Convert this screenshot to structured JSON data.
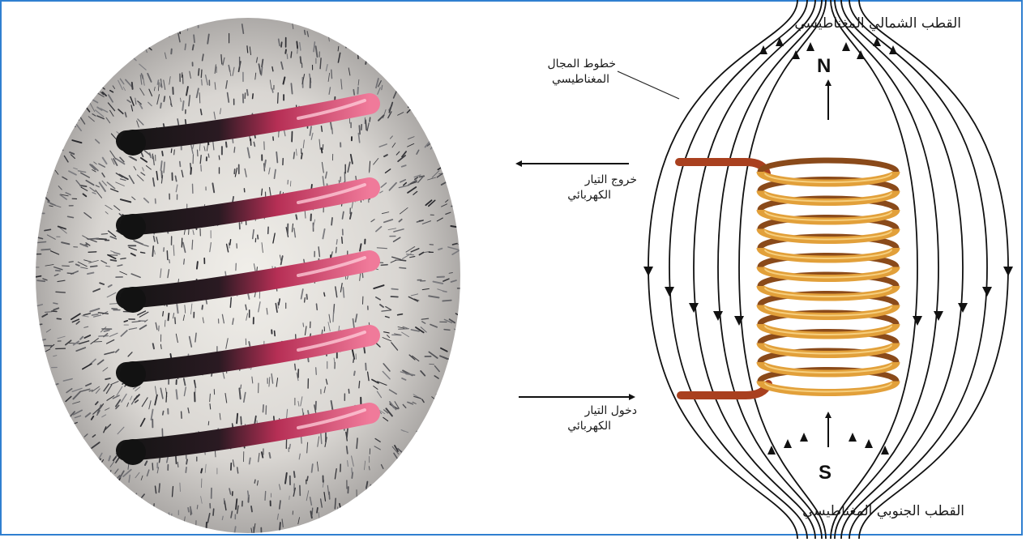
{
  "left_panel": {
    "description_icon": "iron-filings-around-coil-photo"
  },
  "diagram": {
    "north_pole_label": "القطب الشمالي المغناطيسي",
    "south_pole_label": "القطب الجنوبي المغناطيسي",
    "field_lines_label": {
      "line1": "خطوط المجال",
      "line2": "المغناطيسي"
    },
    "current_out_label": {
      "line1": "خروج التيار",
      "line2": "الكهربائي"
    },
    "current_in_label": {
      "line1": "دخول التيار",
      "line2": "الكهربائي"
    },
    "north_letter": "N",
    "south_letter": "S",
    "colors": {
      "coil": "#e2a03a",
      "coil_dark": "#a8551c",
      "lead": "#a9401f",
      "field_line": "#111111",
      "frame": "#2f7fd0"
    }
  }
}
